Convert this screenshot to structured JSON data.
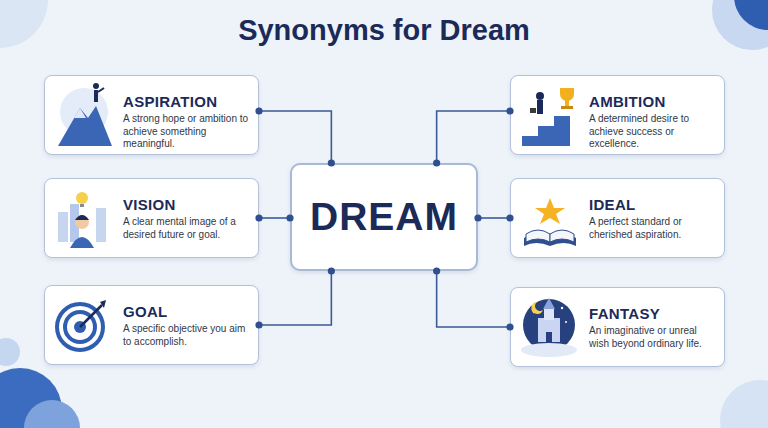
{
  "diagram": {
    "title": "Synonyms for Dream",
    "nodes": [
      {
        "text": [
          "ASPIRATION",
          "A strong hope or ambition to achieve something meaningful."
        ]
      },
      {
        "text": [
          "AMBITION",
          "A determined desire to achieve success or excellence."
        ]
      },
      {
        "text": [
          "VISION",
          "A clear mental image of a desired future or goal."
        ]
      },
      {
        "text": [
          "DREAM"
        ]
      },
      {
        "text": [
          "IDEAL",
          "A perfect standard or cherished aspiration."
        ]
      },
      {
        "text": [
          "GOAL",
          "A specific objective you aim to accomplish."
        ]
      },
      {
        "text": [
          "FANTASY",
          "An imaginative or unreal wish beyond ordinary life."
        ]
      }
    ],
    "edges": [
      {
        "from": 3,
        "to": 0,
        "arrow": "none"
      },
      {
        "from": 3,
        "to": 1,
        "arrow": "none"
      },
      {
        "from": 3,
        "to": 2,
        "arrow": "none"
      },
      {
        "from": 3,
        "to": 4,
        "arrow": "none"
      },
      {
        "from": 3,
        "to": 5,
        "arrow": "none"
      },
      {
        "from": 3,
        "to": 6,
        "arrow": "none"
      }
    ]
  }
}
